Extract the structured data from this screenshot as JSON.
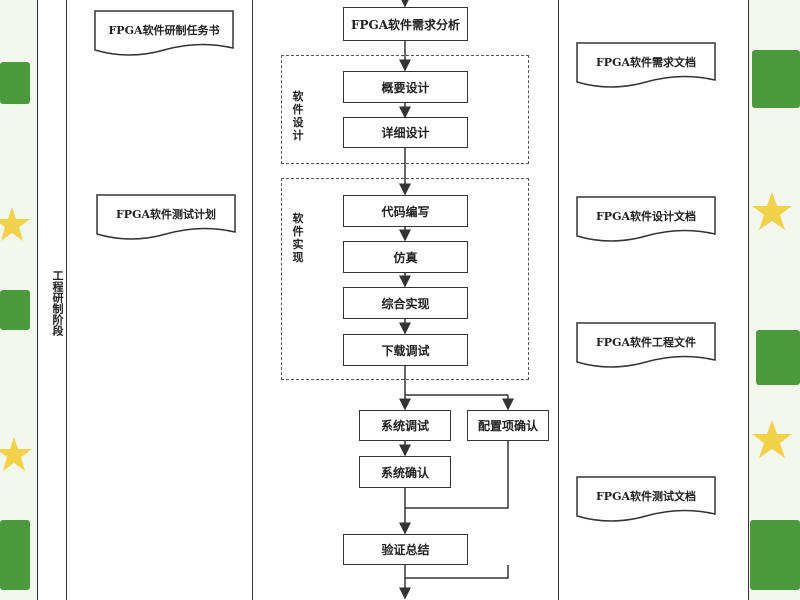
{
  "phase_label": "工程研制阶段",
  "left_docs": [
    "FPGA软件研制任务书",
    "FPGA软件测试计划"
  ],
  "right_docs": [
    "FPGA软件需求文档",
    "FPGA软件设计文档",
    "FPGA软件工程文件",
    "FPGA软件测试文档"
  ],
  "flow": {
    "requirements": "FPGA软件需求分析",
    "design_group": "软件设计",
    "design_steps": [
      "概要设计",
      "详细设计"
    ],
    "impl_group": "软件实现",
    "impl_steps": [
      "代码编写",
      "仿真",
      "综合实现",
      "下载调试"
    ],
    "system_debug": "系统调试",
    "config_confirm": "配置项确认",
    "system_confirm": "系统确认",
    "verification_summary": "验证总结"
  }
}
